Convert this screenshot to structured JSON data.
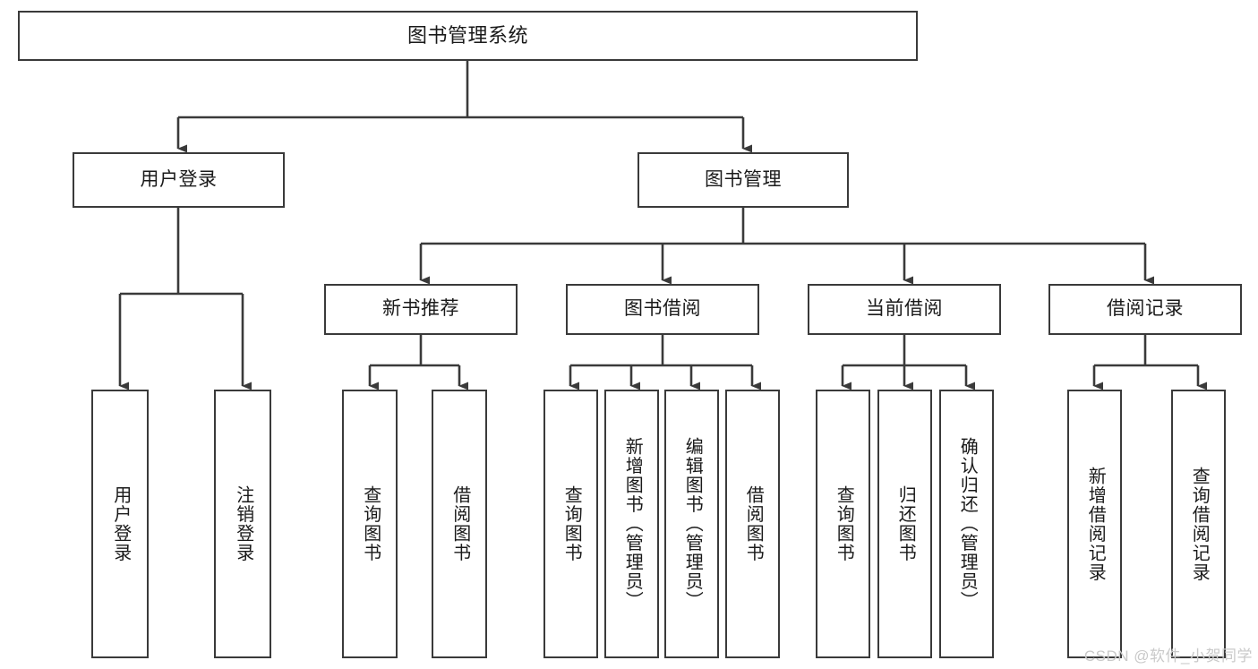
{
  "diagram": {
    "title": "图书管理系统",
    "type": "tree-hierarchy-chart",
    "watermark": "CSDN @软件_小贺同学",
    "colors": {
      "box_border": "#3a3a3a",
      "box_fill": "#ffffff",
      "edge": "#3a3a3a",
      "text": "#1a1a1a",
      "watermark": "#c9c9c9",
      "background": "#ffffff"
    },
    "nodes": {
      "root": {
        "label": "图书管理系统"
      },
      "level2": [
        {
          "id": "user-login",
          "label": "用户登录"
        },
        {
          "id": "book-manage",
          "label": "图书管理"
        }
      ],
      "level3": [
        {
          "id": "new-book-recommend",
          "label": "新书推荐"
        },
        {
          "id": "book-borrow",
          "label": "图书借阅"
        },
        {
          "id": "current-borrow",
          "label": "当前借阅"
        },
        {
          "id": "borrow-record",
          "label": "借阅记录"
        }
      ],
      "leaves": {
        "user_login": [
          {
            "id": "leaf-user-login",
            "label": "用户登录"
          },
          {
            "id": "leaf-logout",
            "label": "注销登录"
          }
        ],
        "new_book_recommend": [
          {
            "id": "leaf-query-book-1",
            "label": "查询图书"
          },
          {
            "id": "leaf-borrow-book-1",
            "label": "借阅图书"
          }
        ],
        "book_borrow": [
          {
            "id": "leaf-query-book-2",
            "label": "查询图书"
          },
          {
            "id": "leaf-add-book",
            "label": "新增图书（管理员）"
          },
          {
            "id": "leaf-edit-book",
            "label": "编辑图书（管理员）"
          },
          {
            "id": "leaf-borrow-book-2",
            "label": "借阅图书"
          }
        ],
        "current_borrow": [
          {
            "id": "leaf-query-book-3",
            "label": "查询图书"
          },
          {
            "id": "leaf-return-book",
            "label": "归还图书"
          },
          {
            "id": "leaf-confirm-return",
            "label": "确认归还（管理员）"
          }
        ],
        "borrow_record": [
          {
            "id": "leaf-add-record",
            "label": "新增借阅记录"
          },
          {
            "id": "leaf-query-record",
            "label": "查询借阅记录"
          }
        ]
      }
    }
  }
}
